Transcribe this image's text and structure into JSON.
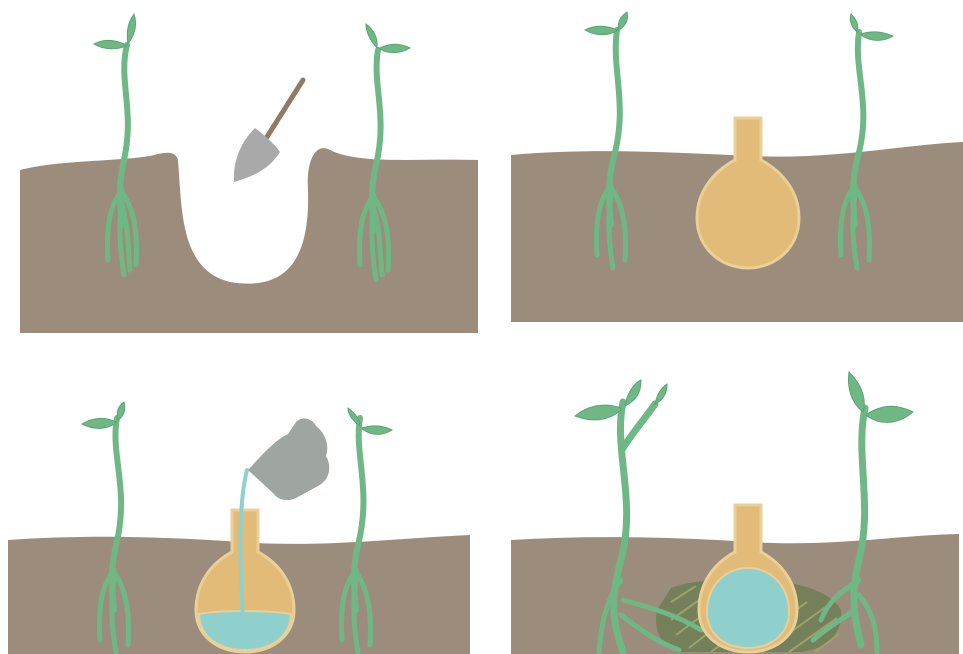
{
  "panels": [
    {
      "step": 1,
      "icons": [
        "sprout-icon",
        "shovel-icon",
        "hole-icon",
        "sprout-icon"
      ]
    },
    {
      "step": 2,
      "icons": [
        "sprout-icon",
        "clay-pot-icon",
        "sprout-icon"
      ]
    },
    {
      "step": 3,
      "icons": [
        "sprout-icon",
        "watering-can-icon",
        "clay-pot-icon",
        "sprout-icon"
      ]
    },
    {
      "step": 4,
      "icons": [
        "grown-plant-icon",
        "clay-pot-icon",
        "moist-soil-icon",
        "grown-plant-icon"
      ]
    }
  ],
  "colors": {
    "soil": "#9c8c7c",
    "plant": "#6fb886",
    "plant_outline": "#5ba373",
    "clay_pot": "#e2bb79",
    "clay_pot_outline": "#e9cf98",
    "water": "#8fd0cc",
    "shovel_blade": "#a9a9a9",
    "shovel_handle": "#8f7a65",
    "watering_can": "#9fa6a2",
    "moist_soil": "#74805a",
    "moist_soil_lines": "#9aa36f",
    "background": "#ffffff"
  }
}
